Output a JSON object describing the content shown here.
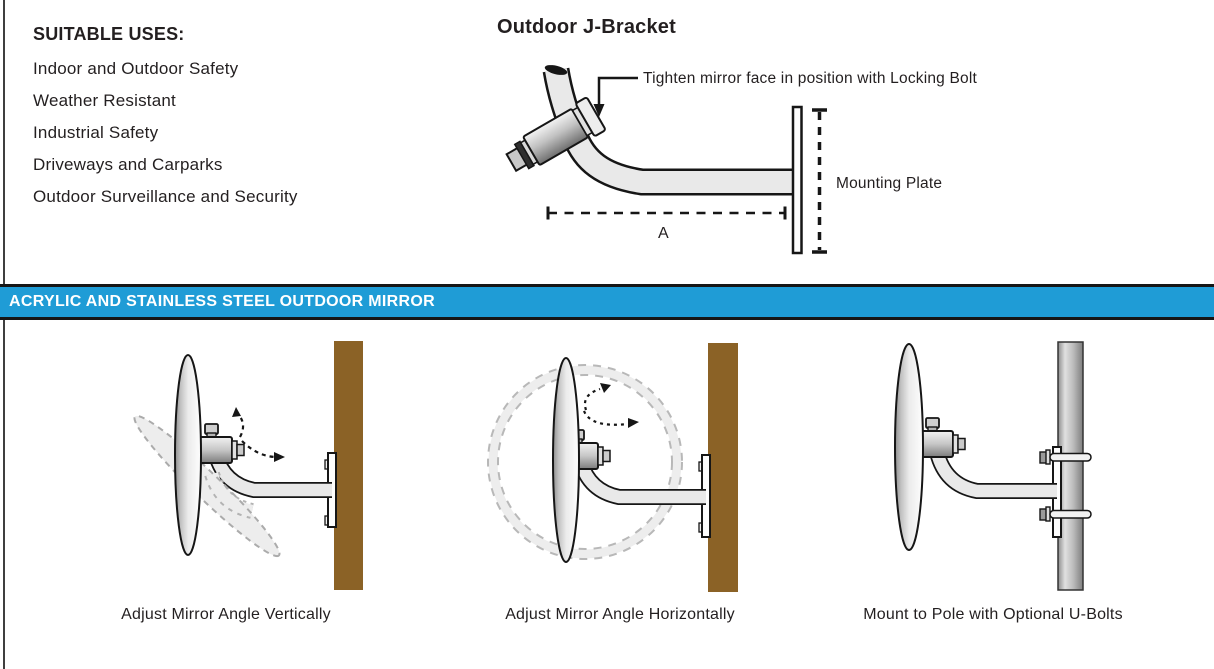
{
  "suitable_uses": {
    "heading": "SUITABLE USES:",
    "items": [
      "Indoor and Outdoor Safety",
      "Weather Resistant",
      "Industrial Safety",
      "Driveways and Carparks",
      "Outdoor Surveillance and Security"
    ]
  },
  "j_bracket": {
    "title": "Outdoor J-Bracket",
    "locking_bolt_note": "Tighten mirror face in position with Locking Bolt",
    "mounting_plate_label": "Mounting Plate",
    "dimension_label": "A"
  },
  "banner": {
    "text": "ACRYLIC AND STAINLESS STEEL OUTDOOR MIRROR",
    "background_color": "#1F9CD6",
    "text_color": "#FFFFFF"
  },
  "figures": [
    {
      "caption": "Adjust Mirror Angle Vertically"
    },
    {
      "caption": "Adjust Mirror Angle Horizontally"
    },
    {
      "caption": "Mount to Pole with Optional U-Bolts"
    }
  ],
  "colors": {
    "wood_post": "#8B6226",
    "metal_light": "#E9E9E9",
    "outline": "#161616"
  }
}
